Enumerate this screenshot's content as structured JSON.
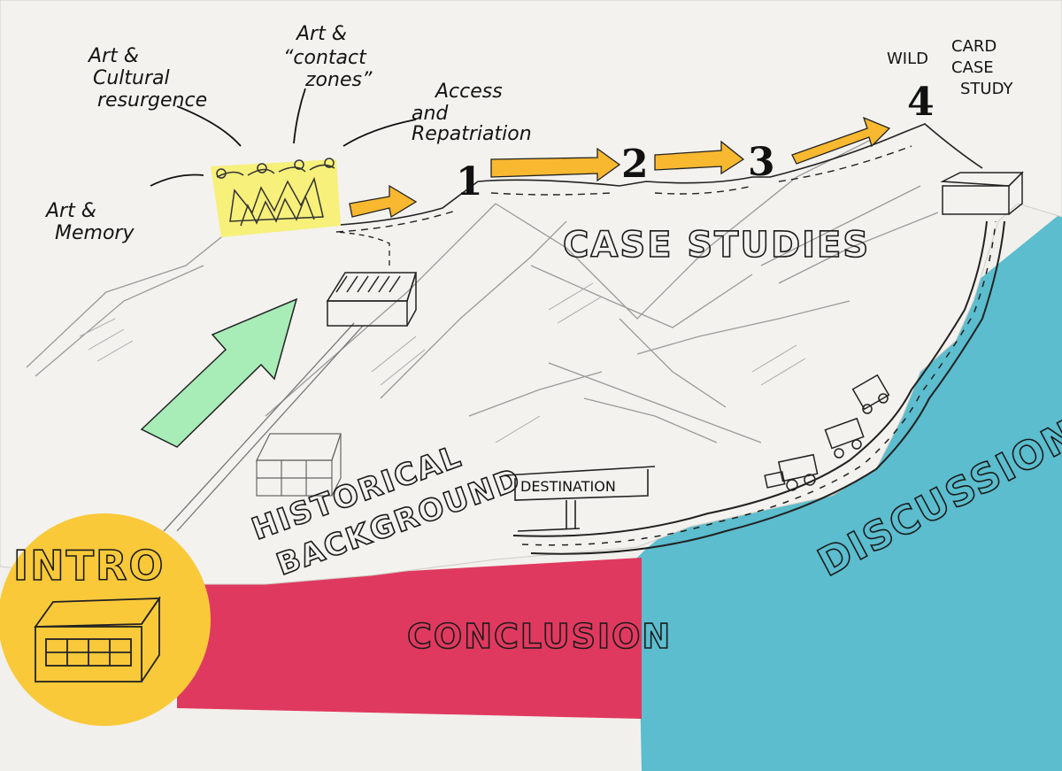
{
  "labels": {
    "art_memory": [
      "Art &",
      "Memory"
    ],
    "art_cultural_resurgence": [
      "Art &",
      "Cultural",
      "resurgence"
    ],
    "art_contact_zones": [
      "Art &",
      "“contact",
      "zones”"
    ],
    "access_repatriation": [
      "Access",
      "and",
      "Repatriation"
    ],
    "wild_card_case_study": [
      "WILD",
      "CARD",
      "CASE",
      "STUDY"
    ],
    "case_studies": "CASE STUDIES",
    "historical": "HISTORICAL",
    "background": "BACKGROUND",
    "destination": "DESTINATION",
    "intro": "INTRO",
    "conclusion": "CONCLUSION",
    "discussion": "DISCUSSION"
  },
  "case_study_numbers": [
    "1",
    "2",
    "3",
    "4"
  ],
  "colors": {
    "paper": "#f1f0ec",
    "intro_circle": "#f9c93a",
    "conclusion_sheet": "#e0395f",
    "discussion_sheet": "#5bbdce",
    "crown_note": "#f7f07a",
    "arrow_orange": "#f8b830",
    "green_arrow": "#a8ecb8",
    "pencil": "#9a9a9a",
    "ink": "#141414"
  },
  "icons": [
    "crown-icon",
    "house-icon",
    "building-icon",
    "truck-icon",
    "signpost-icon",
    "green-arrow-icon",
    "orange-arrow-icon"
  ]
}
